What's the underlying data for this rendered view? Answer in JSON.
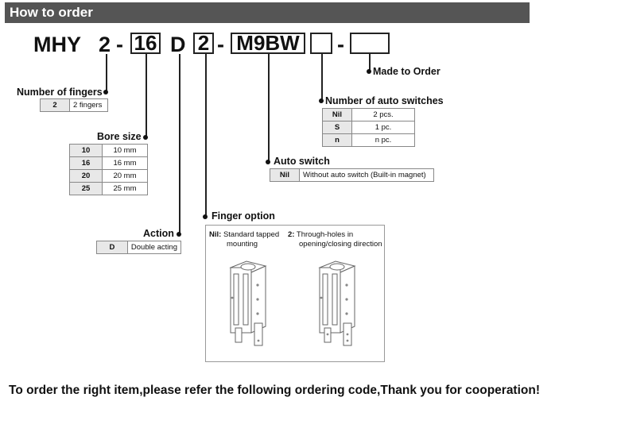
{
  "header": {
    "title": "How to order"
  },
  "code": {
    "series": "MHY",
    "fingers": "2",
    "dash1": "-",
    "bore": "16",
    "action": "D",
    "finger_option": "2",
    "dash2": "-",
    "auto_switch": "M9BW",
    "dash3": "-"
  },
  "made_to_order": {
    "label": "Made to Order"
  },
  "fingers": {
    "label": "Number of fingers",
    "rows": [
      {
        "code": "2",
        "desc": "2 fingers"
      }
    ]
  },
  "bore": {
    "label": "Bore size",
    "rows": [
      {
        "code": "10",
        "desc": "10 mm"
      },
      {
        "code": "16",
        "desc": "16 mm"
      },
      {
        "code": "20",
        "desc": "20 mm"
      },
      {
        "code": "25",
        "desc": "25 mm"
      }
    ]
  },
  "action": {
    "label": "Action",
    "rows": [
      {
        "code": "D",
        "desc": "Double acting"
      }
    ]
  },
  "switch_count": {
    "label": "Number of auto switches",
    "rows": [
      {
        "code": "Nil",
        "desc": "2 pcs."
      },
      {
        "code": "S",
        "desc": "1 pc."
      },
      {
        "code": "n",
        "desc": "n pc."
      }
    ]
  },
  "auto_switch": {
    "label": "Auto switch",
    "rows": [
      {
        "code": "Nil",
        "desc": "Without auto switch (Built-in magnet)"
      }
    ]
  },
  "finger_option": {
    "label": "Finger option",
    "options": [
      {
        "code": "Nil:",
        "line1": "Standard tapped",
        "line2": "mounting"
      },
      {
        "code": "2:",
        "line1": "Through-holes in",
        "line2": "opening/closing direction"
      }
    ]
  },
  "footer": {
    "text": "To order the right item,please refer the following ordering code,Thank you for cooperation!"
  }
}
